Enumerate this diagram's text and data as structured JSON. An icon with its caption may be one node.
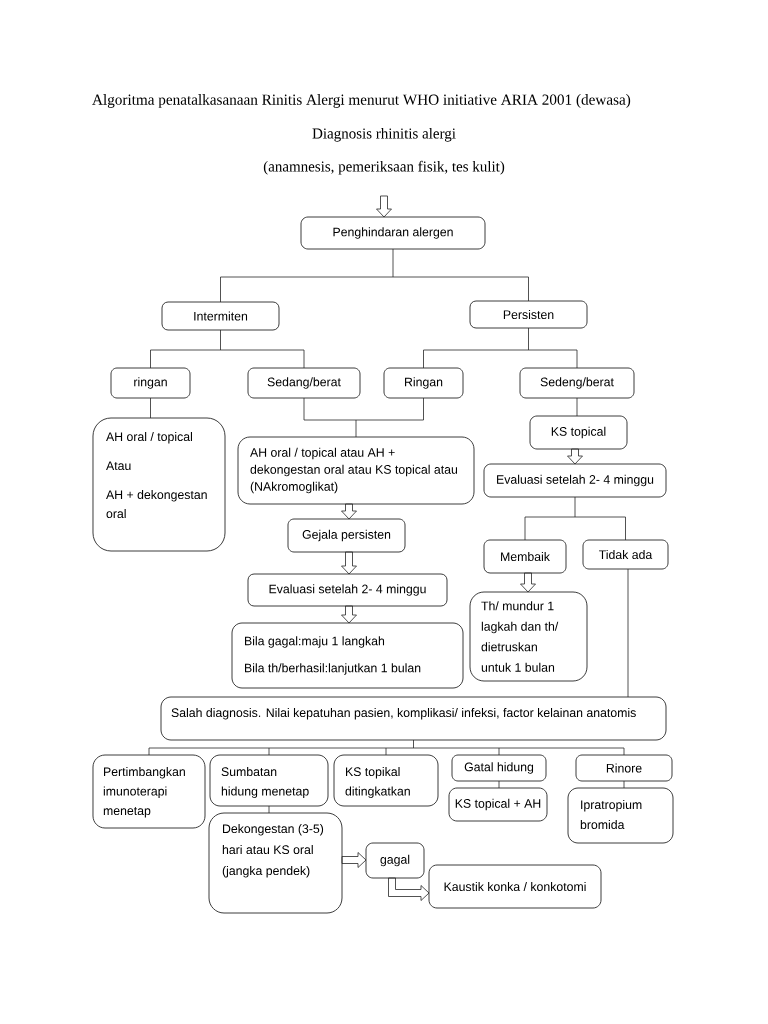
{
  "diagram": {
    "title": "Algoritma penatalkasanaan Rinitis Alergi menurut WHO initiative ARIA 2001 (dewasa)",
    "nodes": [
      {
        "text": [
          "Diagnosis rhinitis alergi",
          "(anamnesis, pemeriksaan fisik, tes kulit)"
        ]
      },
      {
        "text": [
          "Penghindaran alergen"
        ]
      },
      {
        "text": [
          "Intermiten"
        ]
      },
      {
        "text": [
          "Persisten"
        ]
      },
      {
        "text": [
          "ringan"
        ]
      },
      {
        "text": [
          "Sedang/berat"
        ]
      },
      {
        "text": [
          "Ringan"
        ]
      },
      {
        "text": [
          "Sedeng/berat"
        ]
      },
      {
        "text": [
          "AH oral / topical",
          "Atau",
          "AH + dekongestan oral"
        ]
      },
      {
        "text": [
          "AH oral / topical atau AH + dekongestan oral atau KS topical atau (NAkromoglikat)"
        ]
      },
      {
        "text": [
          "KS topical"
        ]
      },
      {
        "text": [
          "Gejala persisten"
        ]
      },
      {
        "text": [
          "Evaluasi setelah 2- 4 minggu"
        ]
      },
      {
        "text": [
          "Evaluasi setelah 2- 4 minggu"
        ]
      },
      {
        "text": [
          "Membaik"
        ]
      },
      {
        "text": [
          "Tidak ada"
        ]
      },
      {
        "text": [
          "Bila gagal:maju 1 langkah",
          "Bila th/berhasil:lanjutkan 1 bulan"
        ]
      },
      {
        "text": [
          "Th/ mundur 1 lagkah dan th/ dietruskan untuk 1 bulan"
        ]
      },
      {
        "text": [
          "Salah diagnosis. Nilai kepatuhan pasien, komplikasi/ infeksi, factor kelainan anatomis"
        ]
      },
      {
        "text": [
          "Pertimbangkan imunoterapi menetap"
        ]
      },
      {
        "text": [
          "Sumbatan hidung menetap"
        ]
      },
      {
        "text": [
          "KS topikal ditingkatkan"
        ]
      },
      {
        "text": [
          "Gatal hidung"
        ]
      },
      {
        "text": [
          "Rinore"
        ]
      },
      {
        "text": [
          "KS topical + AH"
        ]
      },
      {
        "text": [
          "Ipratropium bromida"
        ]
      },
      {
        "text": [
          "Dekongestan (3-5) hari atau KS oral (jangka pendek)"
        ]
      },
      {
        "text": [
          "gagal"
        ]
      },
      {
        "text": [
          "Kaustik konka / konkotomi"
        ]
      }
    ],
    "edges": [
      {
        "from": 0,
        "to": 1,
        "arrow": "to"
      },
      {
        "from": 1,
        "to": 2,
        "arrow": "none"
      },
      {
        "from": 1,
        "to": 3,
        "arrow": "none"
      },
      {
        "from": 2,
        "to": 4,
        "arrow": "none"
      },
      {
        "from": 2,
        "to": 5,
        "arrow": "none"
      },
      {
        "from": 3,
        "to": 6,
        "arrow": "none"
      },
      {
        "from": 3,
        "to": 7,
        "arrow": "none"
      },
      {
        "from": 4,
        "to": 8,
        "arrow": "none"
      },
      {
        "from": 5,
        "to": 9,
        "arrow": "none"
      },
      {
        "from": 6,
        "to": 9,
        "arrow": "none"
      },
      {
        "from": 7,
        "to": 10,
        "arrow": "none"
      },
      {
        "from": 9,
        "to": 11,
        "arrow": "to"
      },
      {
        "from": 10,
        "to": 12,
        "arrow": "to"
      },
      {
        "from": 11,
        "to": 13,
        "arrow": "to"
      },
      {
        "from": 12,
        "to": 14,
        "arrow": "none"
      },
      {
        "from": 12,
        "to": 15,
        "arrow": "none"
      },
      {
        "from": 13,
        "to": 16,
        "arrow": "to"
      },
      {
        "from": 14,
        "to": 17,
        "arrow": "to"
      },
      {
        "from": 15,
        "to": 18,
        "arrow": "none"
      },
      {
        "from": 18,
        "to": 19,
        "arrow": "none"
      },
      {
        "from": 18,
        "to": 20,
        "arrow": "none"
      },
      {
        "from": 18,
        "to": 21,
        "arrow": "none"
      },
      {
        "from": 18,
        "to": 22,
        "arrow": "none"
      },
      {
        "from": 18,
        "to": 23,
        "arrow": "none"
      },
      {
        "from": 20,
        "to": 26,
        "arrow": "none"
      },
      {
        "from": 22,
        "to": 24,
        "arrow": "none"
      },
      {
        "from": 23,
        "to": 25,
        "arrow": "none"
      },
      {
        "from": 26,
        "to": 27,
        "arrow": "to"
      },
      {
        "from": 27,
        "to": 28,
        "arrow": "to"
      }
    ]
  }
}
